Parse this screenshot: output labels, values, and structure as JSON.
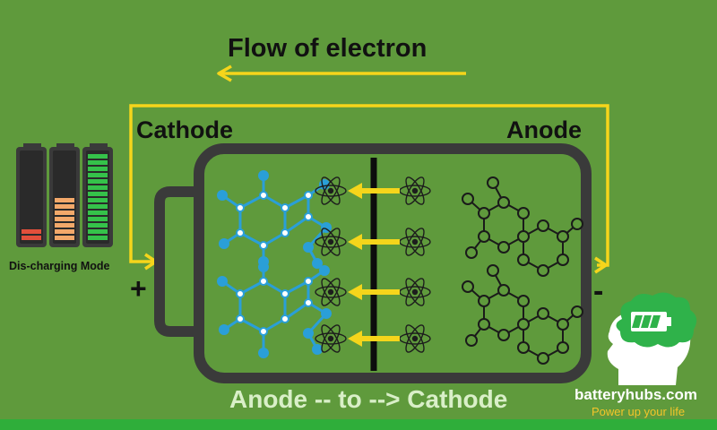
{
  "diagram": {
    "title": "Flow of electron",
    "cathode_label": "Cathode",
    "anode_label": "Anode",
    "mode_label": "Dis-charging Mode",
    "positive_terminal": "+",
    "negative_terminal": "-",
    "direction_caption": "Anode -- to --> Cathode"
  },
  "brand": {
    "site": "batteryhubs.com",
    "tagline": "Power up your life"
  },
  "colors": {
    "background": "#5f9a3c",
    "arrow": "#f5d51b",
    "battery_outline": "#3a3a3a",
    "cathode_molecule": "#2a9fd8",
    "anode_molecule": "#1a1a1a"
  },
  "icons": {
    "mini_batteries": [
      "battery-low-icon",
      "battery-half-icon",
      "battery-full-icon"
    ],
    "ion": "atom-icon",
    "logo": "brain-battery-icon"
  }
}
